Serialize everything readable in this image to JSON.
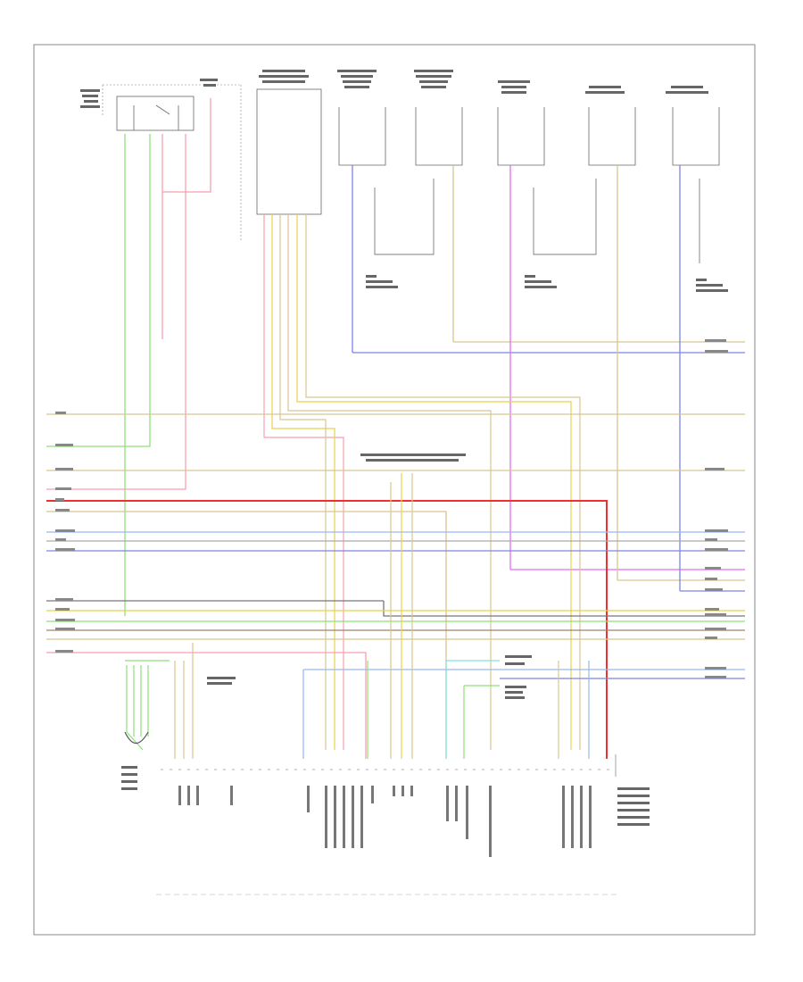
{
  "page": {
    "identifier": ""
  },
  "colors": {
    "wire_green": "#8fe07a",
    "wire_pink": "#f7a0b0",
    "wire_red": "#f03030",
    "wire_yellow": "#e8d24a",
    "wire_tan": "#d8c690",
    "wire_blue": "#7b86e8",
    "wire_lightblue": "#9ab8f0",
    "wire_violet": "#e46cf0",
    "wire_gray": "#777777",
    "wire_brown": "#a08070",
    "wire_cyan": "#7fe3e3",
    "frame": "#888888",
    "component": "#555555"
  },
  "components": [
    {
      "id": "ignition-switch",
      "label": ""
    },
    {
      "id": "fuse-block",
      "label": ""
    },
    {
      "id": "steering-wheel-controls",
      "label": ""
    },
    {
      "id": "front-speaker-left",
      "label": ""
    },
    {
      "id": "front-speaker-right",
      "label": ""
    },
    {
      "id": "rear-speaker-left",
      "label": ""
    },
    {
      "id": "rear-speaker-right",
      "label": ""
    },
    {
      "id": "subwoofer",
      "label": ""
    },
    {
      "id": "radio-module",
      "label": ""
    }
  ],
  "notes": []
}
